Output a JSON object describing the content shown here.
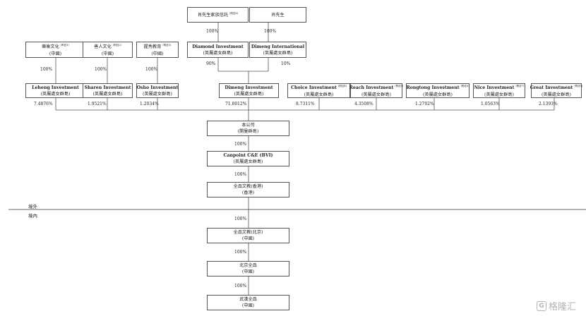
{
  "top": {
    "trust": {
      "name": "肖先生家族信託",
      "note": "(附註8)"
    },
    "mr_xiao": {
      "name": "肖先生"
    }
  },
  "pct_top": {
    "trust_to_diamond": "100%",
    "mr_to_dimeng_intl": "100%",
    "diamond_to_dimeng": "90%",
    "dimeng_intl_to_dimeng": "10%"
  },
  "diamond": {
    "name": "Diamond Investment",
    "sub": "(英屬處女群島)"
  },
  "dimeng_intl": {
    "name": "Dimeng International",
    "sub": "(英屬處女群島)"
  },
  "culture": [
    {
      "name": "樂衡文化",
      "note": "(附註1)",
      "sub": "(中國)",
      "pct": "100%"
    },
    {
      "name": "善人文化",
      "note": "(附註2)",
      "sub": "(中國)",
      "pct": "100%"
    },
    {
      "name": "握秀教育",
      "note": "(附註3)",
      "sub": "(中國)",
      "pct": "100%"
    }
  ],
  "shareholders": [
    {
      "name": "Leheng Investment",
      "note": "",
      "sub": "(英屬處女群島)",
      "pct": "7.4876%"
    },
    {
      "name": "Sharen Investment",
      "note": "",
      "sub": "(英屬處女群島)",
      "pct": "1.9521%"
    },
    {
      "name": "Osho Investment",
      "note": "",
      "sub": "(英屬處女群島)",
      "pct": "1.2034%"
    },
    {
      "name": "Dimeng Investment",
      "note": "",
      "sub": "(英屬處女群島)",
      "pct": "71.8012%"
    },
    {
      "name": "Choice Investment",
      "note": "(附註4)",
      "sub": "(英屬處女群島)",
      "pct": "8.7311%"
    },
    {
      "name": "Reach Investment",
      "note": "(附註5)",
      "sub": "(英屬處女群島)",
      "pct": "4.3508%"
    },
    {
      "name": "Rongtong Investment",
      "note": "(附註6)",
      "sub": "(英屬處女群島)",
      "pct": "1.2702%"
    },
    {
      "name": "Nice Investment",
      "note": "(附註7)",
      "sub": "(英屬處女群島)",
      "pct": "1.0563%"
    },
    {
      "name": "Great Investment",
      "note": "(附註8)",
      "sub": "(英屬處女群島)",
      "pct": "2.1393%"
    }
  ],
  "chain": [
    {
      "name": "本公司",
      "sub": "(開曼群島)"
    },
    {
      "name": "Canpoint C&E (BVI)",
      "sub": "(英屬處女群島)"
    },
    {
      "name": "全品文教(香港)",
      "sub": "(香港)"
    },
    {
      "name": "全品文教(北京)",
      "sub": "(中國)"
    },
    {
      "name": "北京全品",
      "sub": "(中國)"
    },
    {
      "name": "武漢全品",
      "sub": "(中國)"
    }
  ],
  "chain_pct": [
    "100%",
    "100%",
    "100%",
    "100%",
    "100%"
  ],
  "regions": {
    "offshore": "境外",
    "onshore": "境內"
  },
  "watermark": {
    "icon": "G",
    "text": "格隆汇"
  }
}
